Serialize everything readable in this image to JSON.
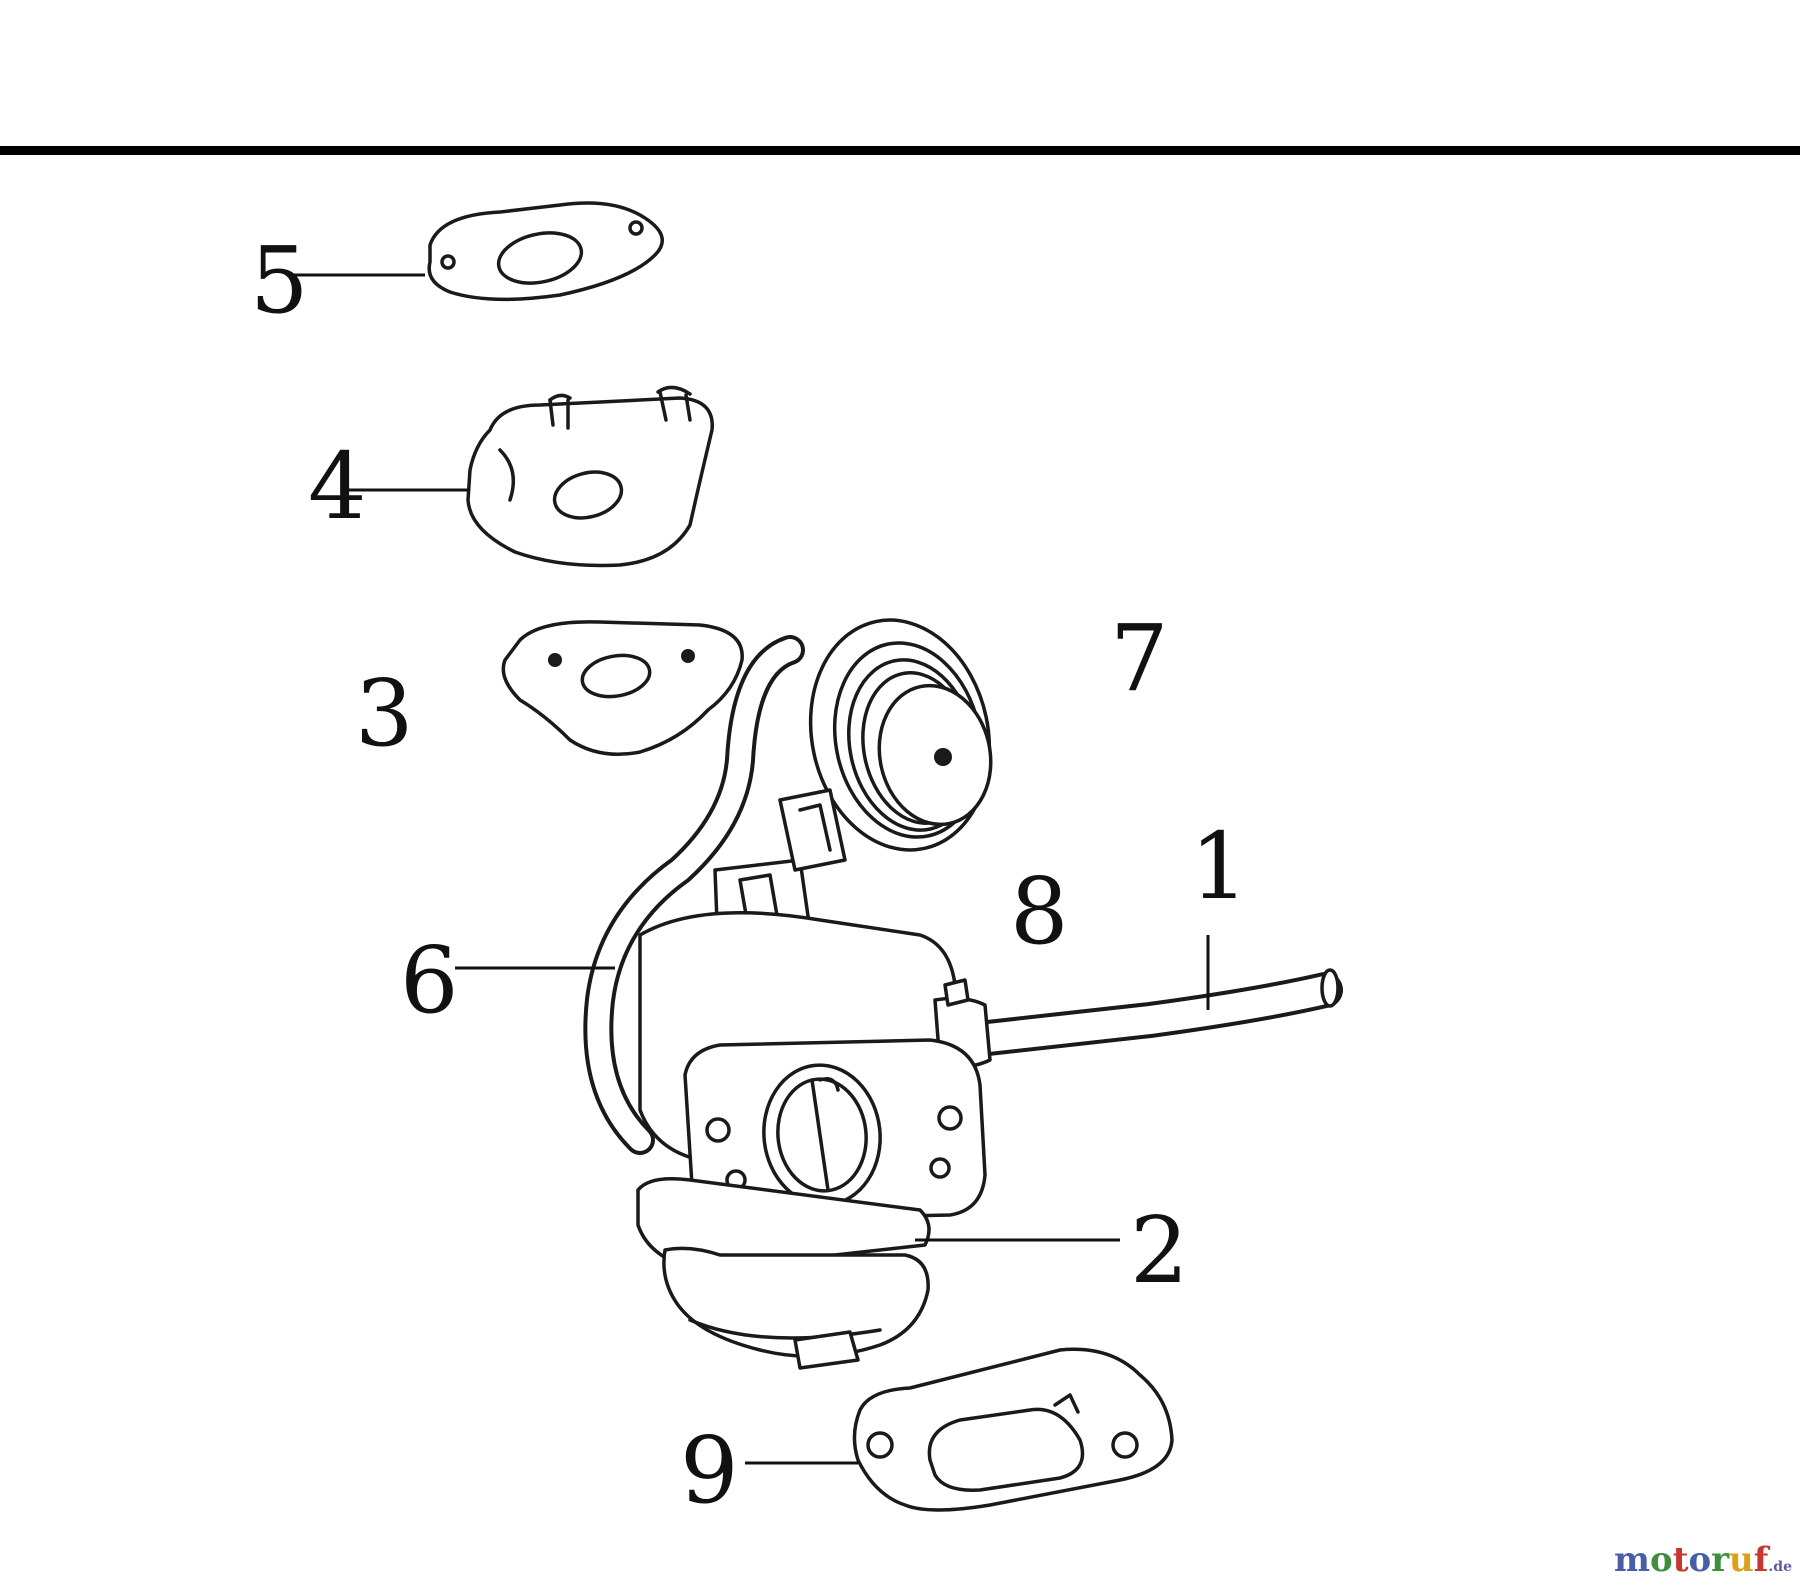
{
  "diagram": {
    "callouts": [
      {
        "id": "5",
        "label": "5"
      },
      {
        "id": "4",
        "label": "4"
      },
      {
        "id": "3",
        "label": "3"
      },
      {
        "id": "7",
        "label": "7"
      },
      {
        "id": "1",
        "label": "1"
      },
      {
        "id": "8",
        "label": "8"
      },
      {
        "id": "6",
        "label": "6"
      },
      {
        "id": "2",
        "label": "2"
      },
      {
        "id": "9",
        "label": "9"
      }
    ]
  },
  "watermark": {
    "letters": [
      "m",
      "o",
      "t",
      "o",
      "r",
      "u",
      "f"
    ],
    "letter_colors": [
      "#4a5ea8",
      "#3d8f3d",
      "#c7372f",
      "#4a5ea8",
      "#3d8f3d",
      "#d9a21b",
      "#c7372f"
    ],
    "suffix": ".de"
  }
}
